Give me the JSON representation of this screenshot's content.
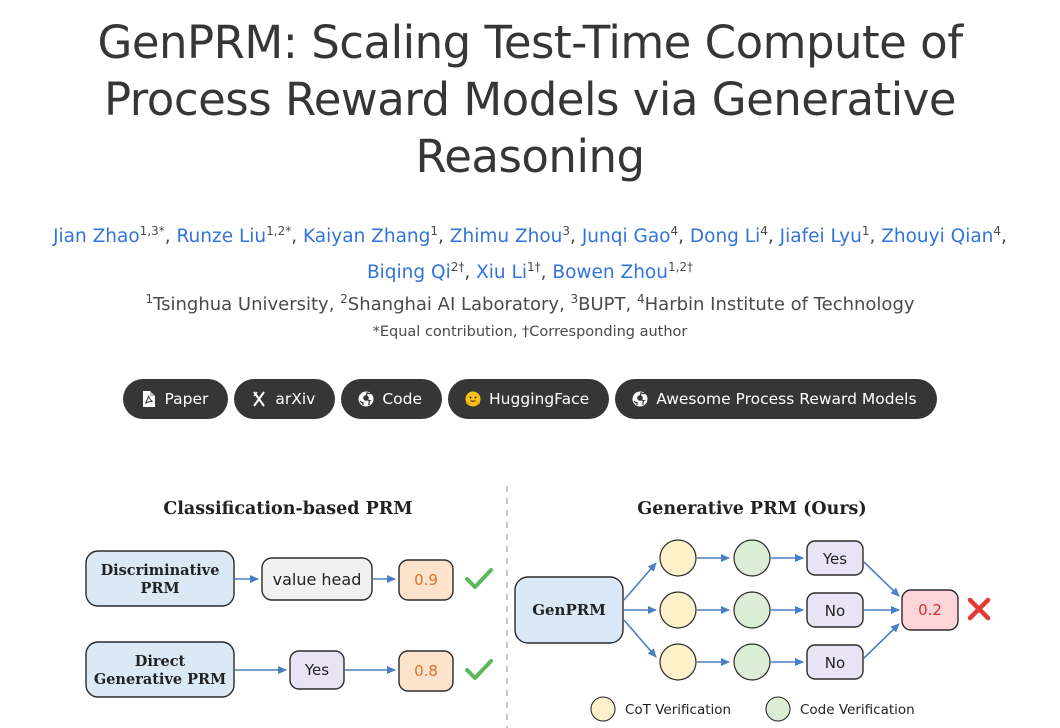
{
  "title": {
    "line1": "GenPRM: Scaling Test-Time Compute of",
    "line2": "Process Reward Models via Generative",
    "line3": "Reasoning"
  },
  "authors": [
    {
      "name": "Jian Zhao",
      "sup": "1,3*"
    },
    {
      "name": "Runze Liu",
      "sup": "1,2*"
    },
    {
      "name": "Kaiyan Zhang",
      "sup": "1"
    },
    {
      "name": "Zhimu Zhou",
      "sup": "3"
    },
    {
      "name": "Junqi Gao",
      "sup": "4"
    },
    {
      "name": "Dong Li",
      "sup": "4"
    },
    {
      "name": "Jiafei Lyu",
      "sup": "1"
    },
    {
      "name": "Zhouyi Qian",
      "sup": "4"
    },
    {
      "name": "Biqing Qi",
      "sup": "2†"
    },
    {
      "name": "Xiu Li",
      "sup": "1†"
    },
    {
      "name": "Bowen Zhou",
      "sup": "1,2†"
    }
  ],
  "affiliations": [
    {
      "sup": "1",
      "name": "Tsinghua University"
    },
    {
      "sup": "2",
      "name": "Shanghai AI Laboratory"
    },
    {
      "sup": "3",
      "name": "BUPT"
    },
    {
      "sup": "4",
      "name": "Harbin Institute of Technology"
    }
  ],
  "note": "*Equal contribution, †Corresponding author",
  "buttons": [
    {
      "label": "Paper",
      "icon": "pdf-icon"
    },
    {
      "label": "arXiv",
      "icon": "arxiv-x-icon"
    },
    {
      "label": "Code",
      "icon": "github-icon"
    },
    {
      "label": "HuggingFace",
      "icon": "hugging-face-emoji-icon"
    },
    {
      "label": "Awesome Process Reward Models",
      "icon": "github-icon"
    }
  ],
  "figure": {
    "left_title": "Classification-based PRM",
    "right_title": "Generative PRM (Ours)",
    "disc_prm": {
      "line1": "Discriminative",
      "line2": "PRM"
    },
    "value_head": "value head",
    "score_top": "0.9",
    "direct_prm": {
      "line1": "Direct",
      "line2": "Generative PRM"
    },
    "yes_left": "Yes",
    "score_bottom": "0.8",
    "genprm": "GenPRM",
    "answers": [
      "Yes",
      "No",
      "No"
    ],
    "final_score": "0.2",
    "legend_cot": "CoT Verification",
    "legend_code": "Code Verification",
    "colors": {
      "blue_box": "#dbe8f5",
      "score_box": "#fde2cc",
      "score_text": "#d9722c",
      "final_box": "#fcd5d8",
      "final_text": "#d62f2f",
      "yes_box": "#e8e3f5",
      "cot_circle": "#fdf1c9",
      "code_circle": "#dcefd6",
      "arrow": "#4b7ec4",
      "check": "#5cb85c",
      "cross": "#e53935"
    }
  }
}
